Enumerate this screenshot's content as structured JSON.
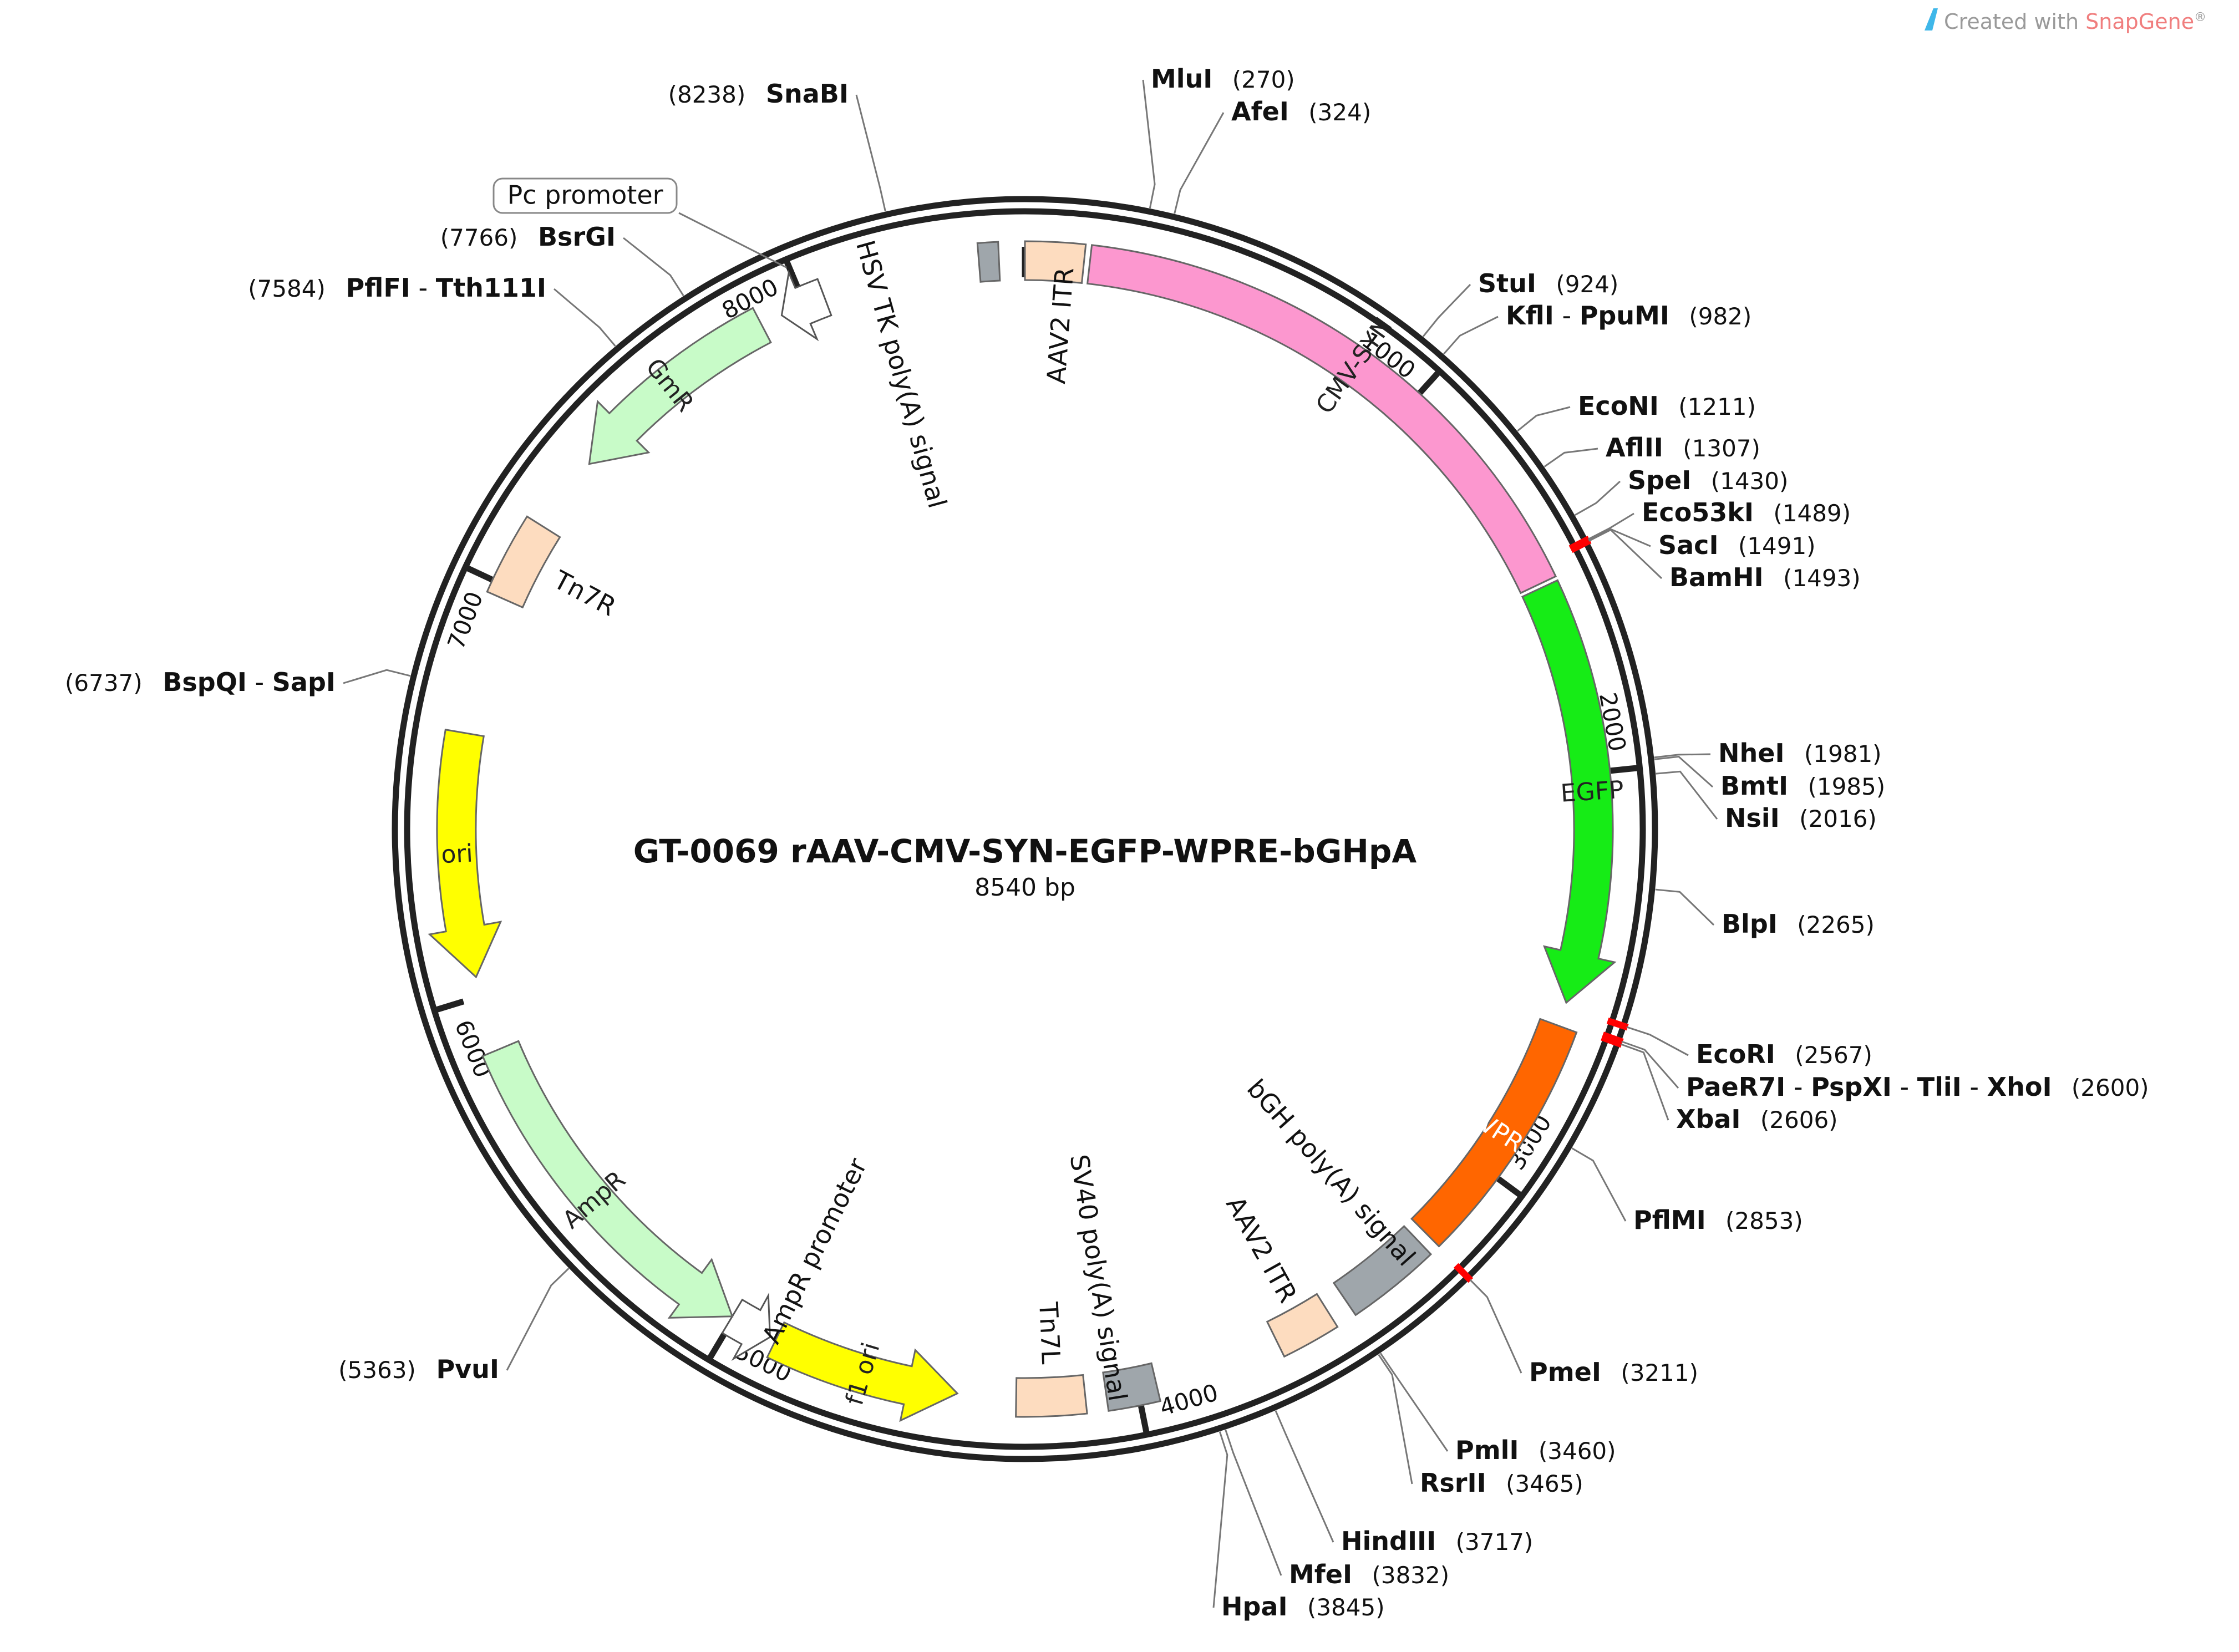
{
  "brand": {
    "prefix": "Created with ",
    "name": "SnapGene",
    "reg": "®"
  },
  "plasmid": {
    "name": "GT-0069 rAAV-CMV-SYN-EGFP-WPRE-bGHpA",
    "size_label": "8540 bp",
    "length": 8540
  },
  "ticks": [
    {
      "pos": 1000,
      "label": "1000"
    },
    {
      "pos": 2000,
      "label": "2000"
    },
    {
      "pos": 3000,
      "label": "3000"
    },
    {
      "pos": 4000,
      "label": "4000"
    },
    {
      "pos": 5000,
      "label": "5000"
    },
    {
      "pos": 6000,
      "label": "6000"
    },
    {
      "pos": 7000,
      "label": "7000"
    },
    {
      "pos": 8000,
      "label": "8000"
    }
  ],
  "colors": {
    "backbone": "#222222",
    "unique_site": "#ff0000",
    "leader": "#777777",
    "aav_itr": "#fddcbf",
    "cmv_syn": "#fc97cf",
    "egfp": "#16ec16",
    "wpre": "#ff6600",
    "polyA": "#9fa6ab",
    "ampr": "#c8fbc8",
    "gmr": "#c8fbc8",
    "ori": "#ffff00",
    "f1ori": "#ffff00",
    "tn7": "#fddcbf",
    "promoter_outline": "#555555"
  },
  "features": [
    {
      "id": "aav2-itr-1",
      "name": "AAV2 ITR",
      "label": "AAV2 ITR",
      "start": 0,
      "end": 141,
      "kind": "box",
      "color": "aav_itr"
    },
    {
      "id": "cmv-syn",
      "name": "CMV-SYN",
      "label": "CMV-SYN",
      "start": 155,
      "end": 1531,
      "kind": "box",
      "color": "cmv_syn"
    },
    {
      "id": "egfp",
      "name": "EGFP",
      "label": "EGFP",
      "start": 1541,
      "end": 2557,
      "kind": "arrow-cw",
      "color": "egfp"
    },
    {
      "id": "wpre",
      "name": "WPRE",
      "label": "WPRE",
      "start": 2615,
      "end": 3208,
      "kind": "box",
      "color": "wpre"
    },
    {
      "id": "bgh-polya",
      "name": "bGH poly(A) signal",
      "label": "bGH poly(A) signal",
      "start": 3234,
      "end": 3458,
      "kind": "box",
      "color": "polyA"
    },
    {
      "id": "aav2-itr-2",
      "name": "AAV2 ITR",
      "label": "AAV2 ITR",
      "start": 3508,
      "end": 3649,
      "kind": "box",
      "color": "aav_itr"
    },
    {
      "id": "sv40-polya",
      "name": "SV40 poly(A) signal",
      "label": "SV40 poly(A) signal",
      "start": 3954,
      "end": 4076,
      "kind": "box",
      "color": "polyA"
    },
    {
      "id": "tn7l",
      "name": "Tn7L",
      "label": "Tn7L",
      "start": 4126,
      "end": 4291,
      "kind": "box",
      "color": "tn7"
    },
    {
      "id": "f1-ori",
      "name": "f1 ori",
      "label": "f1 ori",
      "start": 4432,
      "end": 4887,
      "kind": "arrow-ccw",
      "color": "f1ori"
    },
    {
      "id": "ampr-promoter",
      "name": "AmpR promoter",
      "label": "AmpR promoter",
      "start": 4902,
      "end": 5005,
      "kind": "arrow-ccw-outline",
      "color": "ampr"
    },
    {
      "id": "ampr",
      "name": "AmpR",
      "label": "AmpR",
      "start": 5005,
      "end": 5866,
      "kind": "arrow-ccw",
      "color": "ampr"
    },
    {
      "id": "ori",
      "name": "ori",
      "label": "ori",
      "start": 6047,
      "end": 6636,
      "kind": "arrow-ccw",
      "color": "ori"
    },
    {
      "id": "tn7r",
      "name": "Tn7R",
      "label": "Tn7R",
      "start": 6970,
      "end": 7167,
      "kind": "box",
      "color": "tn7"
    },
    {
      "id": "gmr",
      "name": "GmR",
      "label": "GmR",
      "start": 7353,
      "end": 7886,
      "kind": "arrow-ccw",
      "color": "gmr"
    },
    {
      "id": "pc-promoter",
      "name": "Pc promoter",
      "label": "Pc promoter",
      "start": 7939,
      "end": 8050,
      "kind": "arrow-ccw-outline",
      "color": "gmr"
    },
    {
      "id": "hsv-tk-polya",
      "name": "HSV TK poly(A) signal",
      "label": "HSV TK poly(A) signal",
      "start": 8430,
      "end": 8478,
      "kind": "box",
      "color": "polyA"
    }
  ],
  "sites": [
    {
      "names": [
        "MluI"
      ],
      "pos": 270,
      "label_pos": "(270)",
      "unique": false
    },
    {
      "names": [
        "AfeI"
      ],
      "pos": 324,
      "label_pos": "(324)",
      "unique": false
    },
    {
      "names": [
        "StuI"
      ],
      "pos": 924,
      "label_pos": "(924)",
      "unique": false
    },
    {
      "names": [
        "KflI",
        "PpuMI"
      ],
      "pos": 982,
      "label_pos": "(982)",
      "unique": false
    },
    {
      "names": [
        "EcoNI"
      ],
      "pos": 1211,
      "label_pos": "(1211)",
      "unique": false
    },
    {
      "names": [
        "AflII"
      ],
      "pos": 1307,
      "label_pos": "(1307)",
      "unique": false
    },
    {
      "names": [
        "SpeI"
      ],
      "pos": 1430,
      "label_pos": "(1430)",
      "unique": false
    },
    {
      "names": [
        "Eco53kI"
      ],
      "pos": 1489,
      "label_pos": "(1489)",
      "unique": true
    },
    {
      "names": [
        "SacI"
      ],
      "pos": 1491,
      "label_pos": "(1491)",
      "unique": true
    },
    {
      "names": [
        "BamHI"
      ],
      "pos": 1493,
      "label_pos": "(1493)",
      "unique": true
    },
    {
      "names": [
        "NheI"
      ],
      "pos": 1981,
      "label_pos": "(1981)",
      "unique": false
    },
    {
      "names": [
        "BmtI"
      ],
      "pos": 1985,
      "label_pos": "(1985)",
      "unique": false
    },
    {
      "names": [
        "NsiI"
      ],
      "pos": 2016,
      "label_pos": "(2016)",
      "unique": false
    },
    {
      "names": [
        "BlpI"
      ],
      "pos": 2265,
      "label_pos": "(2265)",
      "unique": false
    },
    {
      "names": [
        "EcoRI"
      ],
      "pos": 2567,
      "label_pos": "(2567)",
      "unique": true
    },
    {
      "names": [
        "PaeR7I",
        "PspXI",
        "TliI",
        "XhoI"
      ],
      "pos": 2600,
      "label_pos": "(2600)",
      "unique": true
    },
    {
      "names": [
        "XbaI"
      ],
      "pos": 2606,
      "label_pos": "(2606)",
      "unique": true
    },
    {
      "names": [
        "PflMI"
      ],
      "pos": 2853,
      "label_pos": "(2853)",
      "unique": false
    },
    {
      "names": [
        "PmeI"
      ],
      "pos": 3211,
      "label_pos": "(3211)",
      "unique": true
    },
    {
      "names": [
        "PmlI"
      ],
      "pos": 3460,
      "label_pos": "(3460)",
      "unique": false
    },
    {
      "names": [
        "RsrII"
      ],
      "pos": 3465,
      "label_pos": "(3465)",
      "unique": false
    },
    {
      "names": [
        "HindIII"
      ],
      "pos": 3717,
      "label_pos": "(3717)",
      "unique": false
    },
    {
      "names": [
        "MfeI"
      ],
      "pos": 3832,
      "label_pos": "(3832)",
      "unique": false
    },
    {
      "names": [
        "HpaI"
      ],
      "pos": 3845,
      "label_pos": "(3845)",
      "unique": false
    },
    {
      "names": [
        "PvuI"
      ],
      "pos": 5363,
      "label_pos": "(5363)",
      "unique": false
    },
    {
      "names": [
        "BspQI",
        "SapI"
      ],
      "pos": 6737,
      "label_pos": "(6737)",
      "unique": false
    },
    {
      "names": [
        "PflFI",
        "Tth111I"
      ],
      "pos": 7584,
      "label_pos": "(7584)",
      "unique": false
    },
    {
      "names": [
        "BsrGI"
      ],
      "pos": 7766,
      "label_pos": "(7766)",
      "unique": false
    },
    {
      "names": [
        "SnaBI"
      ],
      "pos": 8238,
      "label_pos": "(8238)",
      "unique": false
    }
  ]
}
